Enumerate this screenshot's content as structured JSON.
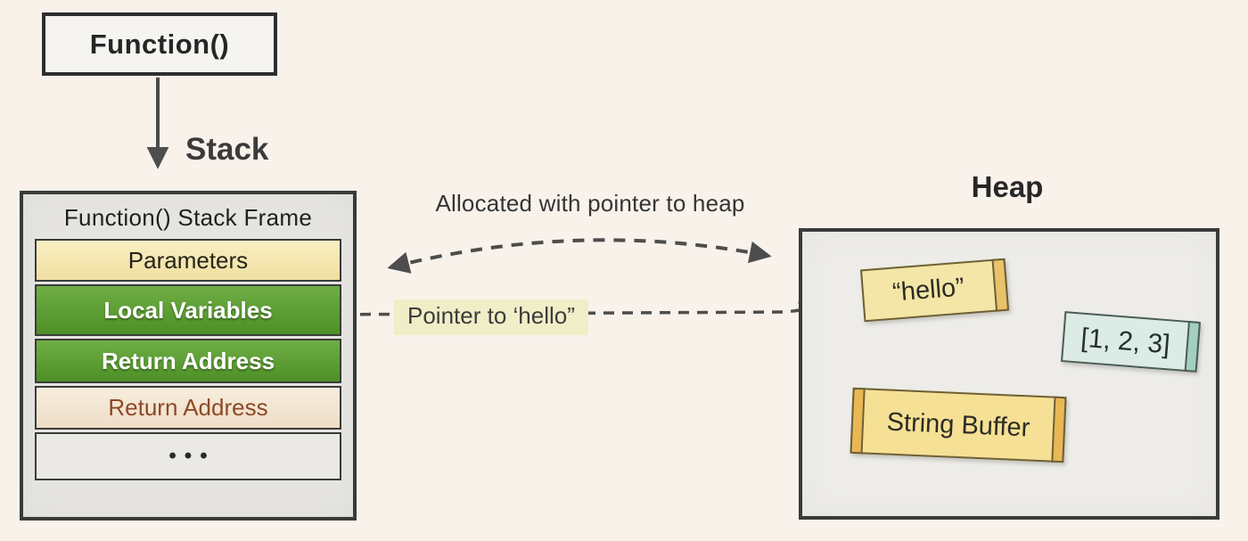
{
  "colors": {
    "background": "#f8f2eb",
    "panel_gray": "#e5e4e0",
    "border_dark": "#3a3a3a",
    "arrow_gray": "#4d4d4d",
    "parameters_yellow": "#f4e7b1",
    "stack_green": "#5b9e33",
    "peach_row": "#f2e4d2",
    "peach_text": "#8d4a26",
    "pointer_label_bg": "#efeec7",
    "note_yellow": "#f3e6a6",
    "note_blue": "#dcebe6",
    "note_buffer_yellow": "#f6e095"
  },
  "function_box": {
    "label": "Function()"
  },
  "stack": {
    "arrow_label": "Stack",
    "frame_title": "Function() Stack Frame",
    "rows": [
      {
        "label": "Parameters",
        "style": "parameters"
      },
      {
        "label": "Local Variables",
        "style": "green"
      },
      {
        "label": "Return Address",
        "style": "green"
      },
      {
        "label": "Return Address",
        "style": "peach"
      },
      {
        "label": "•••",
        "style": "dots"
      }
    ]
  },
  "annotations": {
    "allocated_label": "Allocated with pointer to heap",
    "pointer_label": "Pointer to ‘hello”"
  },
  "heap": {
    "title": "Heap",
    "notes": [
      {
        "label": "“hello”",
        "color": "yellow"
      },
      {
        "label": "[1, 2, 3]",
        "color": "blue"
      },
      {
        "label": "String Buffer",
        "color": "yellow"
      }
    ]
  }
}
